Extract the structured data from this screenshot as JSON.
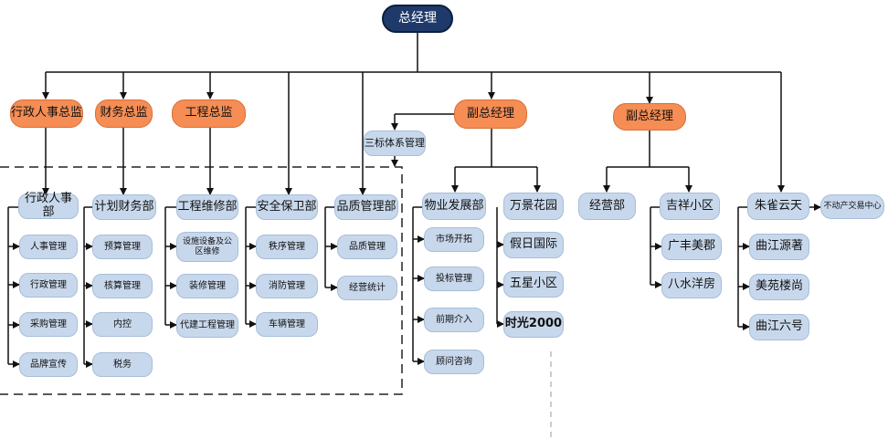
{
  "colors": {
    "top": "#1f3a6a",
    "manager": "#f58d54",
    "unit": "#c8d8ec",
    "line": "#111111"
  },
  "nodes": {
    "gm": "总经理",
    "hr_dir": "行政人事总监",
    "fin_dir": "财务总监",
    "eng_dir": "工程总监",
    "vgm1": "副总经理",
    "vgm2": "副总经理",
    "three_std": "三标体系管理",
    "admin_dept": "行政人事部",
    "plan_fin": "计划财务部",
    "eng_maint": "工程维修部",
    "security": "安全保卫部",
    "quality": "品质管理部",
    "property_dev": "物业发展部",
    "wanjing": "万景花园",
    "jiari": "假日国际",
    "wuxing": "五星小区",
    "shiguang": "时光2000",
    "jingying": "经营部",
    "jixiang": "吉祥小区",
    "guangfeng": "广丰美郡",
    "bashui": "八水洋房",
    "zhuque": "朱雀云天",
    "realestate": "不动产交易中心",
    "qujiang_yuan": "曲江源著",
    "meiyuan": "美苑楼尚",
    "qujiang_six": "曲江六号",
    "renshi": "人事管理",
    "xingzheng": "行政管理",
    "caigou": "采购管理",
    "pinpai": "品牌宣传",
    "yusuan": "预算管理",
    "hesuan": "核算管理",
    "neikong": "内控",
    "shuiwu": "税务",
    "sheshi": "设施设备及公区维修",
    "zhuangxiu": "装修管理",
    "daijian": "代建工程管理",
    "zhixu": "秩序管理",
    "xiaofang": "消防管理",
    "cheliang": "车辆管理",
    "pinzhi": "品质管理",
    "jingying_tongji": "经营统计",
    "shichang": "市场开拓",
    "toubiao": "投标管理",
    "qianqi": "前期介入",
    "guwen": "顾问咨询"
  }
}
